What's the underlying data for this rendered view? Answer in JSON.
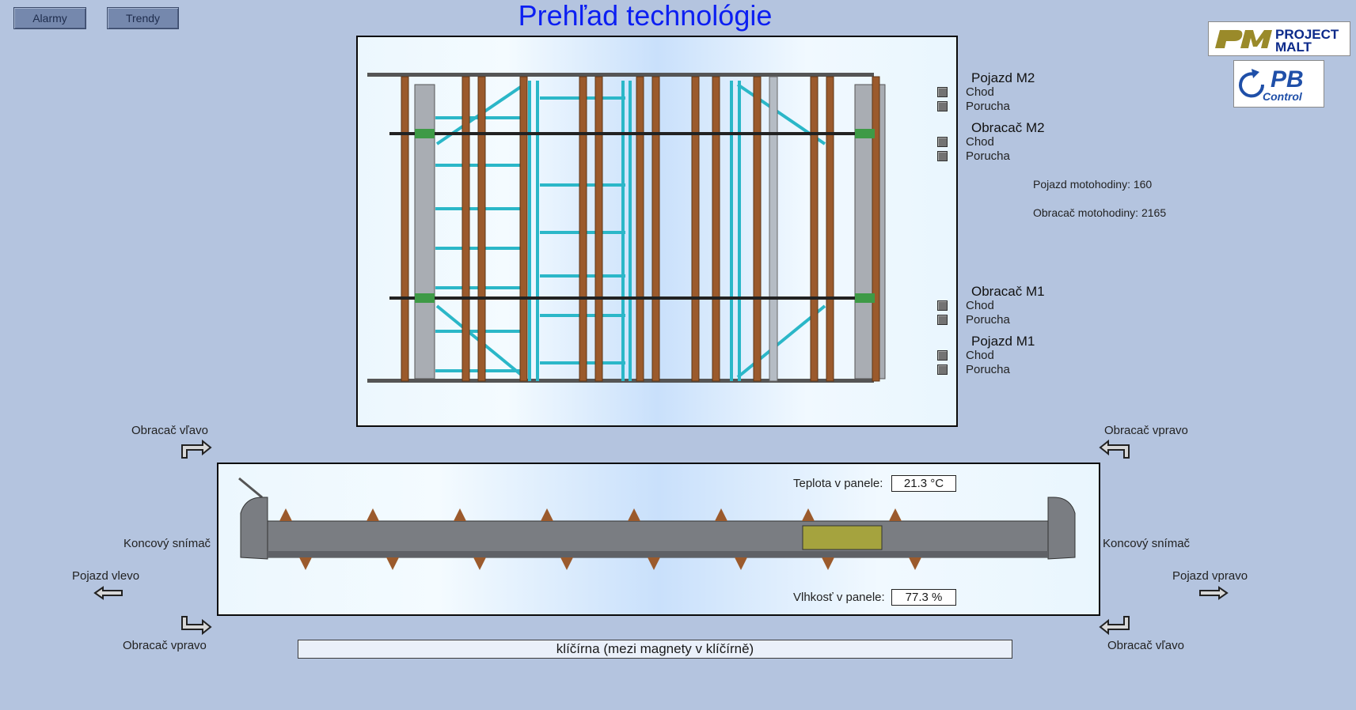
{
  "header": {
    "title": "Prehľad technológie",
    "alarms_label": "Alarmy",
    "trends_label": "Trendy"
  },
  "logos": {
    "project_malt": "PROJECT MALT",
    "pb_control": "PB Control"
  },
  "status": {
    "pojazd_m2": {
      "title": "Pojazd M2",
      "run": "Chod",
      "fault": "Porucha"
    },
    "obracac_m2": {
      "title": "Obracač M2",
      "run": "Chod",
      "fault": "Porucha"
    },
    "obracac_m1": {
      "title": "Obracač M1",
      "run": "Chod",
      "fault": "Porucha"
    },
    "pojazd_m1": {
      "title": "Pojazd M1",
      "run": "Chod",
      "fault": "Porucha"
    }
  },
  "motor_hours": {
    "pojazd": "Pojazd motohodiny: 160",
    "obracac": "Obracač motohodiny: 2165"
  },
  "controls": {
    "obracac_vlavo_top": "Obracač vľavo",
    "obracac_vpravo_top": "Obracač vpravo",
    "koncovy_left": "Koncový snímač",
    "koncovy_right": "Koncový snímač",
    "pojazd_vlevo": "Pojazd vlevo",
    "pojazd_vpravo": "Pojazd vpravo",
    "obracac_vpravo_bottom": "Obracač vpravo",
    "obracac_vlavo_bottom": "Obracač vľavo"
  },
  "sensors": {
    "teplota_label": "Teplota v panele:",
    "teplota_value": "21.3 °C",
    "vlhkost_label": "Vlhkosť v panele:",
    "vlhkost_value": "77.3 %"
  },
  "location": "klíčírna (mezi magnety v klíčírně)",
  "colors": {
    "background": "#b4c4df",
    "title": "#0c1ff2",
    "beam_brown": "#9b5a2c",
    "pipe_cyan": "#2bb7c8",
    "machine_gray": "#7a7d82"
  }
}
